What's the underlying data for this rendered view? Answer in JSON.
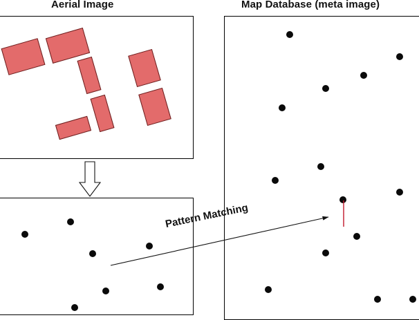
{
  "titles": {
    "aerial": "Aerial Image",
    "map": "Map Database (meta image)"
  },
  "arrow_label": "Pattern Matching",
  "colors": {
    "building_fill": "#e36b6b",
    "building_border": "#6a2020",
    "dot": "#0a0a0a",
    "match_marker": "#c0182b"
  }
}
